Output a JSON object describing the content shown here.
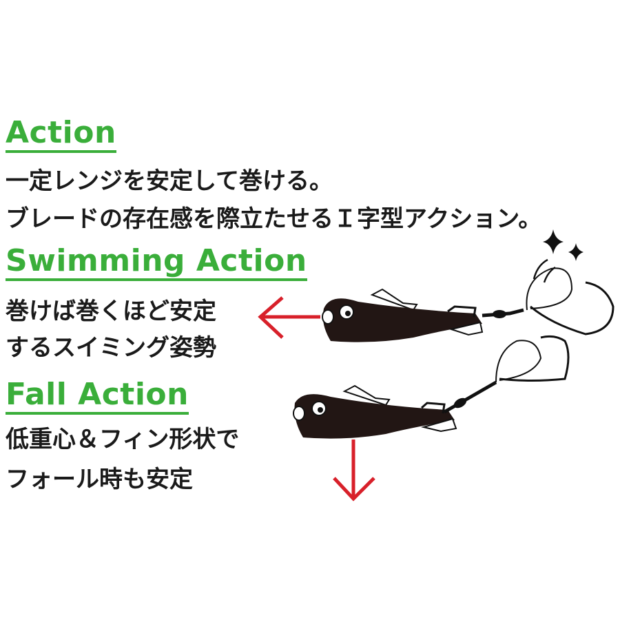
{
  "sections": {
    "action": {
      "heading": "Action",
      "lines": [
        "一定レンジを安定して巻ける。",
        "ブレードの存在感を際立たせるＩ字型アクション。"
      ]
    },
    "swimming": {
      "heading": "Swimming Action",
      "lines": [
        "巻けば巻くほど安定",
        "するスイミング姿勢"
      ]
    },
    "fall": {
      "heading": "Fall Action",
      "lines": [
        "低重心＆フィン形状で",
        "フォール時も安定"
      ]
    }
  },
  "colors": {
    "heading": "#3aae3a",
    "arrow": "#d8202a",
    "text": "#1a1a1a"
  }
}
